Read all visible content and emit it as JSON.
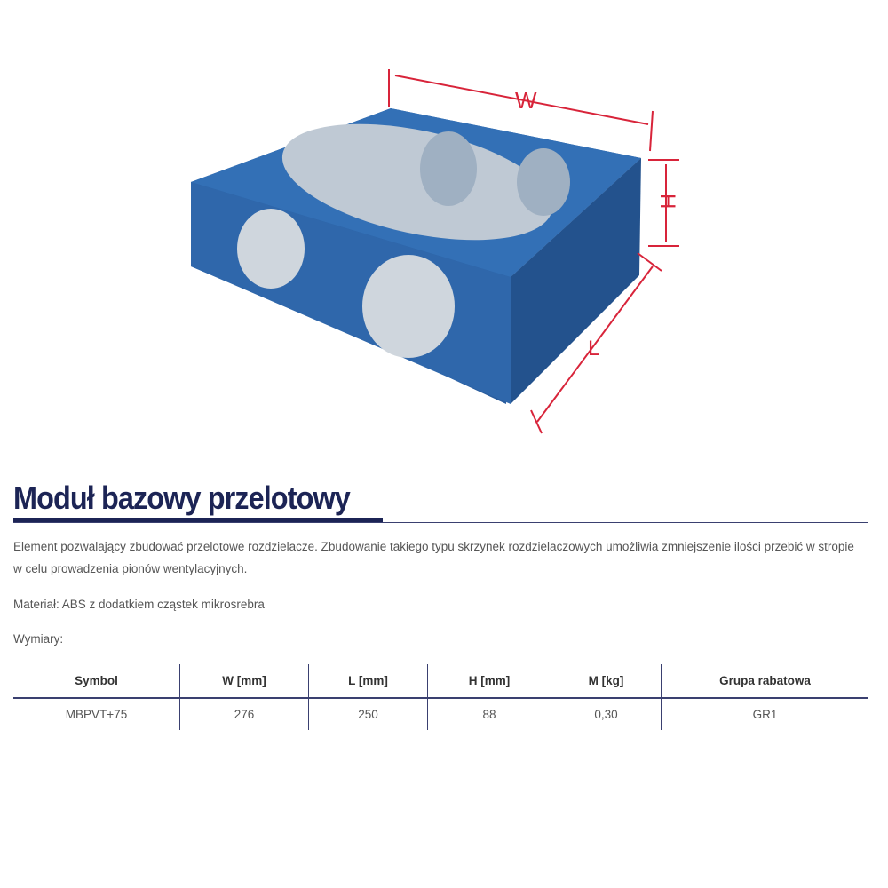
{
  "illustration": {
    "labels": {
      "w": "W",
      "h": "H",
      "l": "L"
    },
    "colors": {
      "product": "#2a5d9e",
      "arrow": "#d8243a"
    }
  },
  "title": "Moduł bazowy przelotowy",
  "description": "Element pozwalający zbudować przelotowe rozdzielacze. Zbudowanie takiego typu skrzynek rozdzielaczowych umożliwia zmniejszenie ilości przebić w stropie w celu prowadzenia pionów wentylacyjnych.",
  "material": "Materiał: ABS z dodatkiem cząstek mikrosrebra",
  "dimensions_label": "Wymiary:",
  "table": {
    "headers": [
      "Symbol",
      "W [mm]",
      "L [mm]",
      "H [mm]",
      "M [kg]",
      "Grupa rabatowa"
    ],
    "rows": [
      [
        "MBPVT+75",
        "276",
        "250",
        "88",
        "0,30",
        "GR1"
      ]
    ]
  }
}
